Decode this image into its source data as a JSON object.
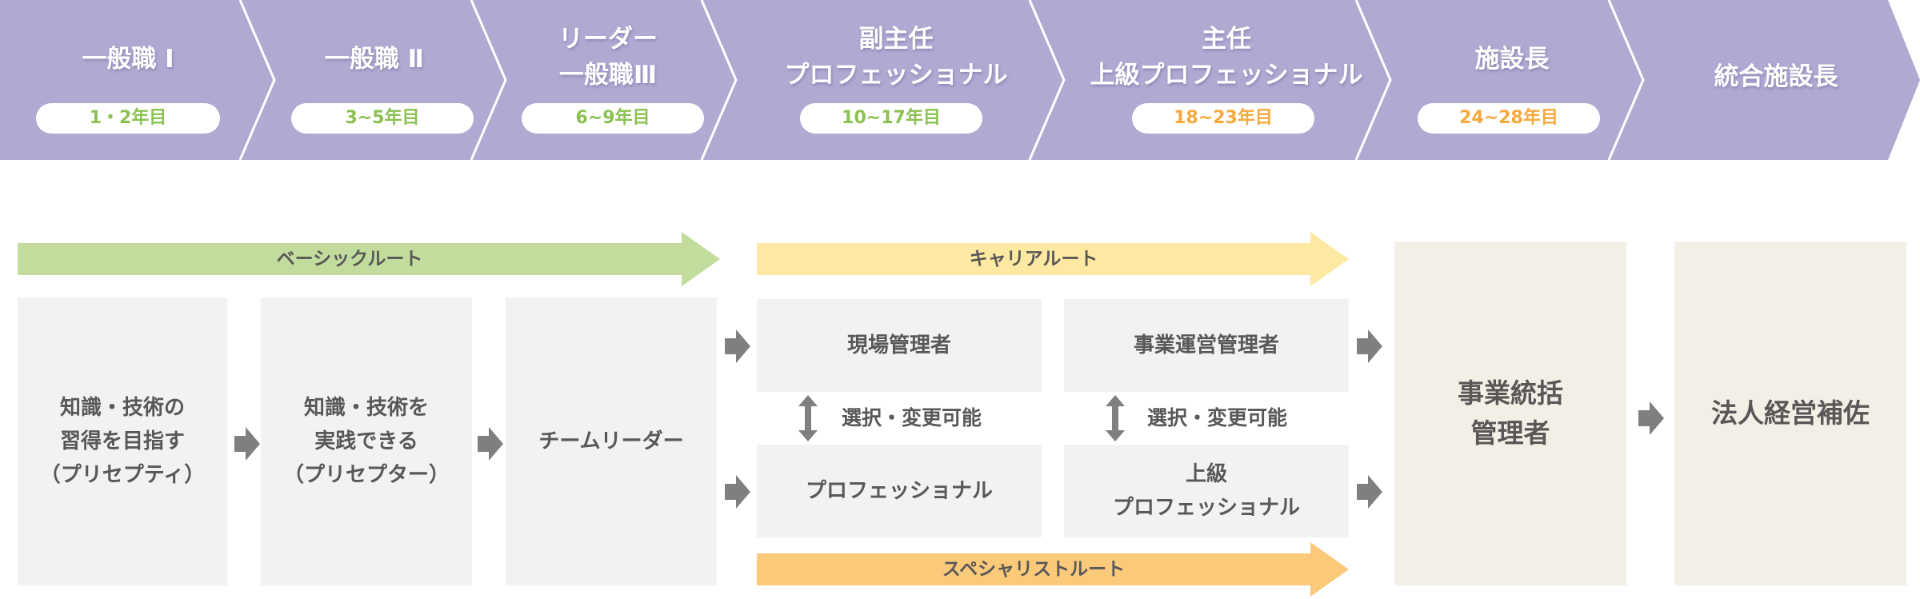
{
  "colors": {
    "stage_band": "#b0a9d2",
    "basic_route": "#c1dc9c",
    "career_route": "#fde9a2",
    "specialist_route": "#fac97a",
    "box_gray": "#f2f2f2",
    "box_cream": "#f2f0e6",
    "arrow_gray": "#7f7f7f",
    "pill_green": "#8cc152",
    "pill_orange": "#f6a93b",
    "text": "#595757"
  },
  "stages": [
    {
      "title": "一般職 Ⅰ",
      "years": "1・2年目",
      "years_color": "#8cc152"
    },
    {
      "title": "一般職 Ⅱ",
      "years": "3~5年目",
      "years_color": "#8cc152"
    },
    {
      "title": "リーダー\n一般職Ⅲ",
      "years": "6~9年目",
      "years_color": "#8cc152"
    },
    {
      "title": "副主任\nプロフェッショナル",
      "years": "10~17年目",
      "years_color": "#8cc152"
    },
    {
      "title": "主任\n上級プロフェッショナル",
      "years": "18~23年目",
      "years_color": "#f6a93b"
    },
    {
      "title": "施設長",
      "years": "24~28年目",
      "years_color": "#f6a93b"
    },
    {
      "title": "統合施設長",
      "years": "",
      "years_color": ""
    }
  ],
  "routes": {
    "basic": "ベーシックルート",
    "career": "キャリアルート",
    "specialist": "スペシャリストルート"
  },
  "boxes": {
    "preceptee": "知識・技術の\n習得を目指す\n（プリセプティ）",
    "preceptor": "知識・技術を\n実践できる\n（プリセプター）",
    "team_leader": "チームリーダー",
    "site_manager": "現場管理者",
    "professional": "プロフェッショナル",
    "business_manager": "事業運営管理者",
    "senior_professional": "上級\nプロフェッショナル",
    "integrated_manager": "事業統括\n管理者",
    "corporate_assistant": "法人経営補佐"
  },
  "switch_labels": {
    "left": "選択・変更可能",
    "right": "選択・変更可能"
  }
}
